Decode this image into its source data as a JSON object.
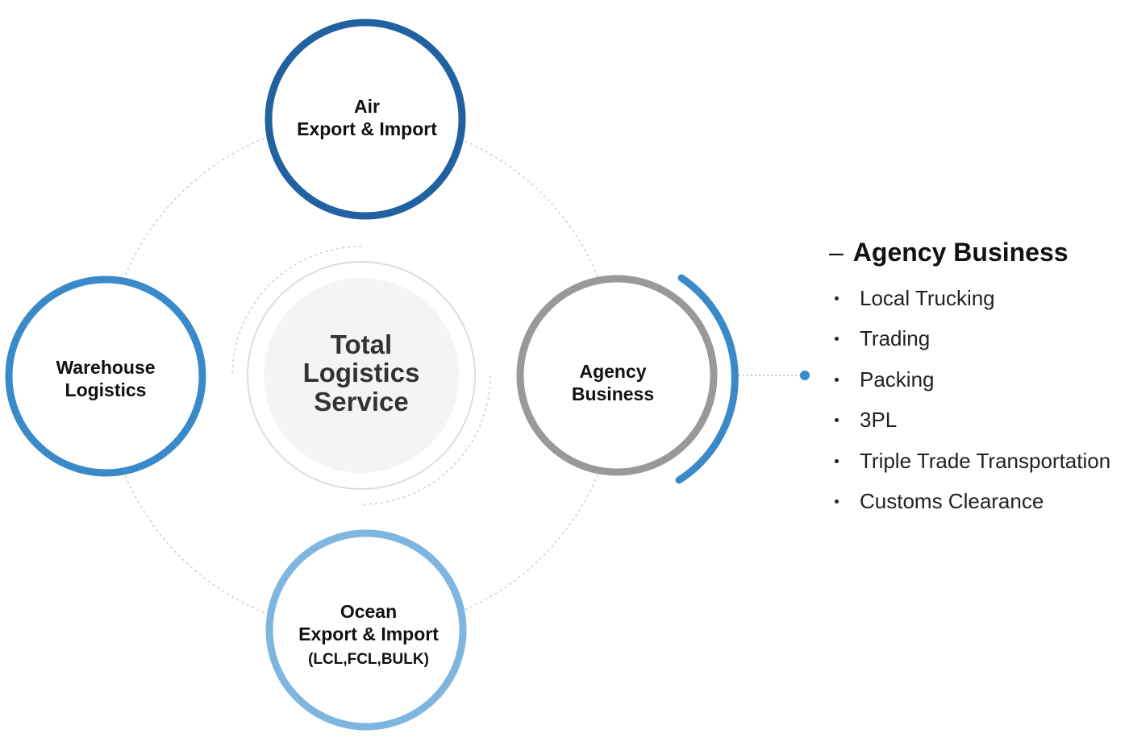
{
  "diagram": {
    "center": {
      "lines": [
        "Total",
        "Logistics",
        "Service"
      ]
    },
    "nodes": {
      "air": {
        "lines": [
          "Air",
          "Export & Import"
        ]
      },
      "warehouse": {
        "lines": [
          "Warehouse",
          "Logistics"
        ]
      },
      "agency": {
        "lines": [
          "Agency",
          "Business"
        ]
      },
      "ocean": {
        "lines": [
          "Ocean",
          "Export & Import"
        ],
        "sub": "(LCL,FCL,BULK)"
      }
    },
    "colors": {
      "air": "#2161a1",
      "warehouse": "#3a8ac9",
      "agency": "#999999",
      "ocean": "#7eb6e0",
      "highlight": "#3a8ac9",
      "center_fill": "#f4f4f4",
      "center_ring": "#dddddd",
      "dotted_orbit": "#cccccc"
    }
  },
  "side_panel": {
    "dash": "–",
    "title": "Agency Business",
    "items": [
      "Local Trucking",
      "Trading",
      "Packing",
      "3PL",
      "Triple Trade Transportation",
      "Customs Clearance"
    ]
  }
}
